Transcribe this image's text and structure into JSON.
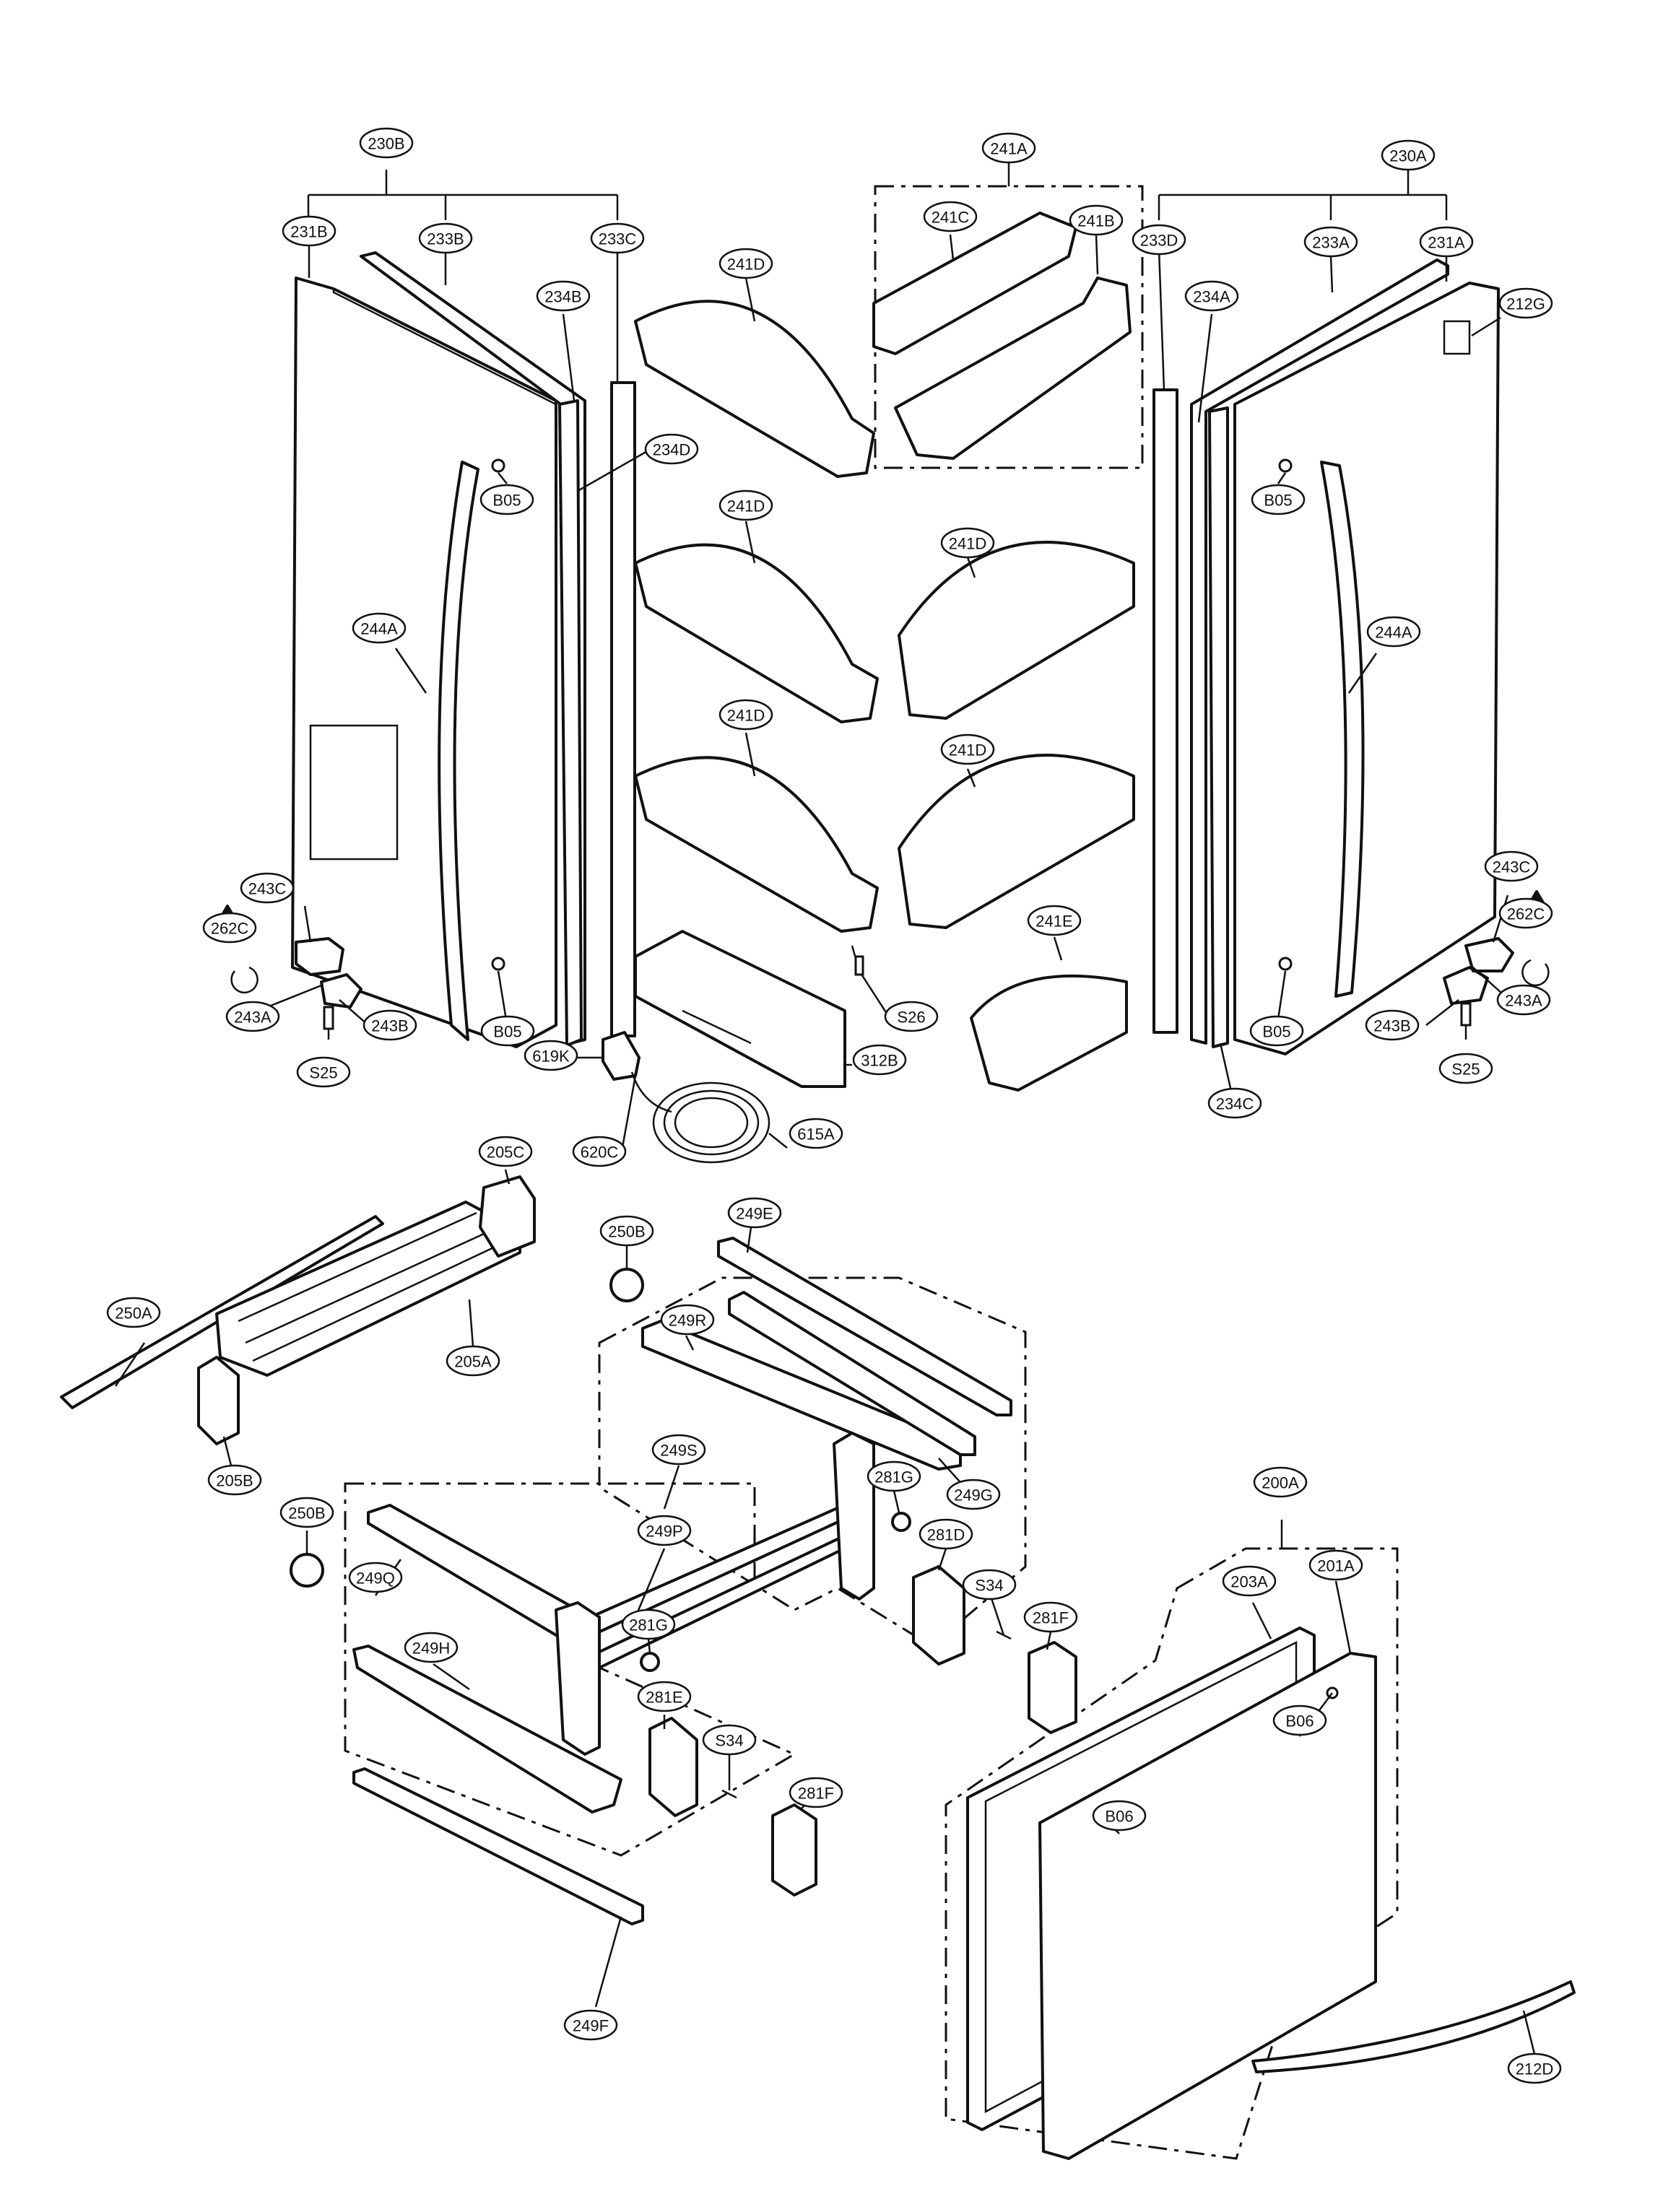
{
  "callouts": [
    {
      "id": "c230B",
      "label": "230B"
    },
    {
      "id": "c241A",
      "label": "241A"
    },
    {
      "id": "c230A",
      "label": "230A"
    },
    {
      "id": "c231B",
      "label": "231B"
    },
    {
      "id": "c233B",
      "label": "233B"
    },
    {
      "id": "c233C",
      "label": "233C"
    },
    {
      "id": "c241C",
      "label": "241C"
    },
    {
      "id": "c241B",
      "label": "241B"
    },
    {
      "id": "c233D",
      "label": "233D"
    },
    {
      "id": "c233A",
      "label": "233A"
    },
    {
      "id": "c231A",
      "label": "231A"
    },
    {
      "id": "c241D_1",
      "label": "241D"
    },
    {
      "id": "c234B",
      "label": "234B"
    },
    {
      "id": "c234A",
      "label": "234A"
    },
    {
      "id": "c212G",
      "label": "212G"
    },
    {
      "id": "c234D",
      "label": "234D"
    },
    {
      "id": "cB05_1",
      "label": "B05"
    },
    {
      "id": "cB05_2",
      "label": "B05"
    },
    {
      "id": "c241D_2",
      "label": "241D"
    },
    {
      "id": "c241D_3",
      "label": "241D"
    },
    {
      "id": "c244A_1",
      "label": "244A"
    },
    {
      "id": "c244A_2",
      "label": "244A"
    },
    {
      "id": "c241D_4",
      "label": "241D"
    },
    {
      "id": "c241D_5",
      "label": "241D"
    },
    {
      "id": "c243C_1",
      "label": "243C"
    },
    {
      "id": "c243C_2",
      "label": "243C"
    },
    {
      "id": "c262C_1",
      "label": "262C"
    },
    {
      "id": "c262C_2",
      "label": "262C"
    },
    {
      "id": "c241E",
      "label": "241E"
    },
    {
      "id": "c243A_1",
      "label": "243A"
    },
    {
      "id": "c243A_2",
      "label": "243A"
    },
    {
      "id": "c243B_1",
      "label": "243B"
    },
    {
      "id": "c243B_2",
      "label": "243B"
    },
    {
      "id": "cS26",
      "label": "S26"
    },
    {
      "id": "cB05_3",
      "label": "B05"
    },
    {
      "id": "cB05_4",
      "label": "B05"
    },
    {
      "id": "cS25_1",
      "label": "S25"
    },
    {
      "id": "cS25_2",
      "label": "S25"
    },
    {
      "id": "c619K",
      "label": "619K"
    },
    {
      "id": "c312B",
      "label": "312B"
    },
    {
      "id": "c234C",
      "label": "234C"
    },
    {
      "id": "c620C",
      "label": "620C"
    },
    {
      "id": "c615A",
      "label": "615A"
    },
    {
      "id": "c205C",
      "label": "205C"
    },
    {
      "id": "c250B_1",
      "label": "250B"
    },
    {
      "id": "c249E",
      "label": "249E"
    },
    {
      "id": "c249R",
      "label": "249R"
    },
    {
      "id": "c250A",
      "label": "250A"
    },
    {
      "id": "c205A",
      "label": "205A"
    },
    {
      "id": "c205B",
      "label": "205B"
    },
    {
      "id": "c249S",
      "label": "249S"
    },
    {
      "id": "c281G_1",
      "label": "281G"
    },
    {
      "id": "c249G",
      "label": "249G"
    },
    {
      "id": "c200A",
      "label": "200A"
    },
    {
      "id": "c250B_2",
      "label": "250B"
    },
    {
      "id": "c249P",
      "label": "249P"
    },
    {
      "id": "c281D",
      "label": "281D"
    },
    {
      "id": "c249Q",
      "label": "249Q"
    },
    {
      "id": "cS34_1",
      "label": "S34"
    },
    {
      "id": "c203A",
      "label": "203A"
    },
    {
      "id": "c201A",
      "label": "201A"
    },
    {
      "id": "c281G_2",
      "label": "281G"
    },
    {
      "id": "c281F_1",
      "label": "281F"
    },
    {
      "id": "c249H",
      "label": "249H"
    },
    {
      "id": "c281E",
      "label": "281E"
    },
    {
      "id": "cB06_1",
      "label": "B06"
    },
    {
      "id": "cS34_2",
      "label": "S34"
    },
    {
      "id": "c281F_2",
      "label": "281F"
    },
    {
      "id": "cB06_2",
      "label": "B06"
    },
    {
      "id": "c249F",
      "label": "249F"
    },
    {
      "id": "c212D",
      "label": "212D"
    }
  ]
}
